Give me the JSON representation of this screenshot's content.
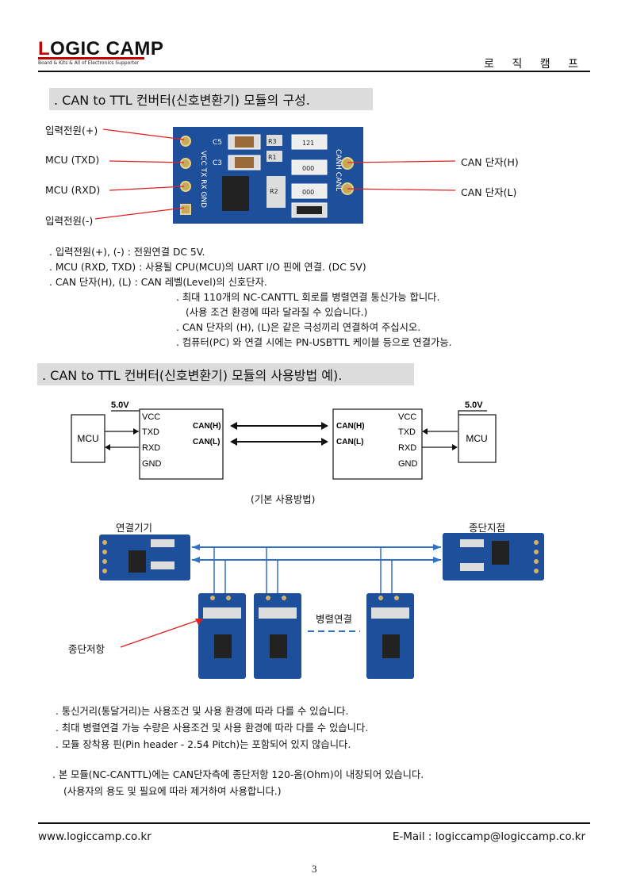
{
  "header": {
    "logo_first": "L",
    "logo_rest": "OGIC CAMP",
    "logo_sub": "Board & Kits & All of Electronics Supporter",
    "right_title": "로 직 캠 프"
  },
  "section1": {
    "title": ". CAN to TTL 컨버터(신호변환기) 모듈의 구성.",
    "pin_labels": {
      "vcc_in": "입력전원(+)",
      "mcu_txd": "MCU (TXD)",
      "mcu_rxd": "MCU (RXD)",
      "gnd_in": "입력전원(-)",
      "can_h": "CAN 단자(H)",
      "can_l": "CAN 단자(L)"
    },
    "board_silk": {
      "pins_left": "VCC TX RX GND",
      "pins_right": "CANH CANL",
      "c5": "C5",
      "c3": "C3",
      "r3": "R3",
      "r1": "R1",
      "r2": "R2",
      "cap_121": "121",
      "res_000a": "000",
      "res_000b": "000"
    },
    "descriptions": [
      ". 입력전원(+), (-)    : 전원연결 DC 5V.",
      ". MCU (RXD, TXD)   : 사용될 CPU(MCU)의 UART I/O 핀에 연결. (DC 5V)",
      ". CAN 단자(H), (L)   : CAN 레벨(Level)의 신호단자.",
      ". 최대 110개의 NC-CANTTL 회로를 병렬연결 통신가능 합니다.",
      "(사용 조건 환경에 따라 달라질 수 있습니다.)",
      ". CAN 단자의 (H), (L)은 같은 극성끼리 연결하여 주십시오.",
      ". 컴퓨터(PC) 와 연결 시에는 PN-USBTTL 케이블 등으로 연결가능."
    ]
  },
  "section2": {
    "title": ". CAN to TTL 컨버터(신호변환기) 모듈의 사용방법 예).",
    "diagram": {
      "voltage_left": "5.0V",
      "voltage_right": "5.0V",
      "mcu_left": "MCU",
      "mcu_right": "MCU",
      "vcc": "VCC",
      "txd": "TXD",
      "rxd": "RXD",
      "gnd": "GND",
      "can_h": "CAN(H)",
      "can_l": "CAN(L)",
      "caption": "(기본 사용방법)"
    },
    "network": {
      "label_connected": "연결기기",
      "label_termination": "종단지점",
      "label_parallel": "병렬연결",
      "label_resistor": "종단저항"
    },
    "notes": [
      ". 통신거리(통달거리)는 사용조건 및 사용 환경에 따라 다를 수 있습니다.",
      ". 최대 병렬연결 가능 수량은 사용조건 및 사용 환경에 따라 다를 수 있습니다.",
      ". 모듈 장착용 핀(Pin header - 2.54 Pitch)는 포함되어 있지 않습니다.",
      ". 본 모듈(NC-CANTTL)에는 CAN단자측에 종단저항 120-옴(Ohm)이 내장되어 있습니다.",
      "(사용자의 용도 및 필요에 따라 제거하여 사용합니다.)"
    ]
  },
  "footer": {
    "website": "www.logiccamp.co.kr",
    "email": "E-Mail : logiccamp@logiccamp.co.kr",
    "page": "3"
  }
}
